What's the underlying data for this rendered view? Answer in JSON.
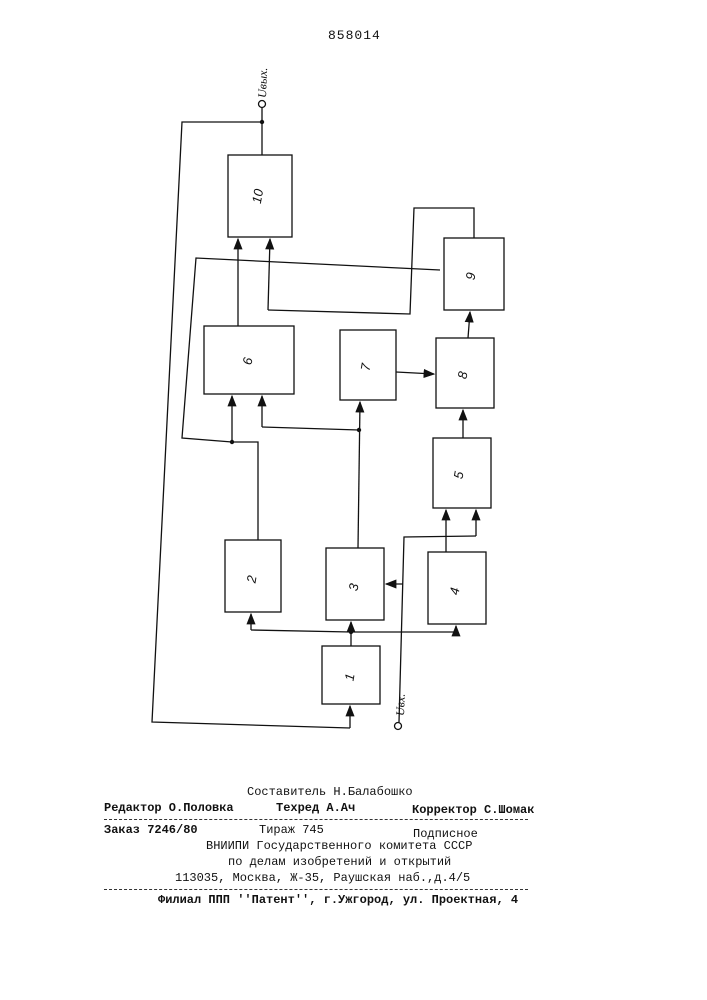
{
  "header": {
    "patent_number": "858014"
  },
  "diagram": {
    "blocks": [
      {
        "id": "b1",
        "label": "1"
      },
      {
        "id": "b2",
        "label": "2"
      },
      {
        "id": "b3",
        "label": "3"
      },
      {
        "id": "b4",
        "label": "4"
      },
      {
        "id": "b5",
        "label": "5"
      },
      {
        "id": "b6",
        "label": "6"
      },
      {
        "id": "b7",
        "label": "7"
      },
      {
        "id": "b8",
        "label": "8"
      },
      {
        "id": "b9",
        "label": "9"
      },
      {
        "id": "b10",
        "label": "10"
      }
    ],
    "output_terminal": "Uвых.",
    "input_terminal": "Uвх."
  },
  "imprint": {
    "composer": "Составитель Н.Балабошко",
    "editor": "Редактор О.Половка",
    "techred": "Техред  А.Ач",
    "corrector": "Корректор С.Шомак",
    "order": "Заказ 7246/80",
    "circulation": "Тираж 745",
    "subscription": "Подписное",
    "org_line1": "ВНИИПИ Государственного комитета СССР",
    "org_line2": "по делам изобретений и открытий",
    "address": "113035, Москва, Ж-35, Раушская наб.,д.4/5",
    "branch": "Филиал ППП ''Патент'', г.Ужгород, ул. Проектная, 4"
  }
}
